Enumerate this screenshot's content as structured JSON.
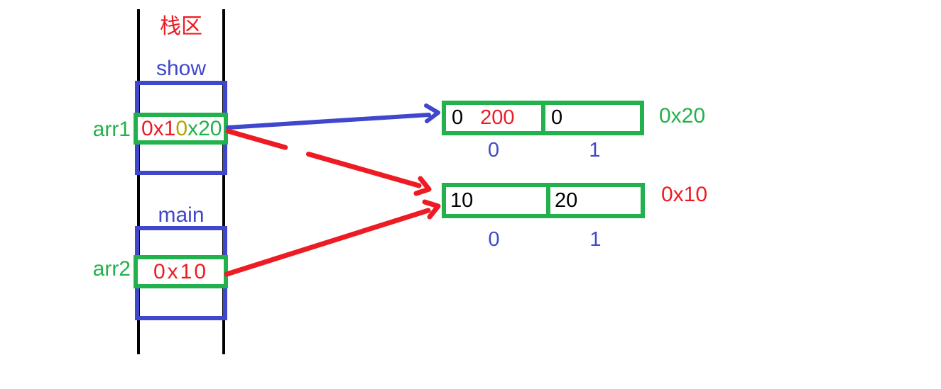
{
  "colors": {
    "red": "#ED1C24",
    "blue": "#3F48CC",
    "green": "#22B14C",
    "black": "#000000",
    "overlap_text": "#b4a500"
  },
  "stack": {
    "title": "栈区",
    "show_frame": {
      "label": "show",
      "var_label": "arr1",
      "old_value": "0x10",
      "new_value": "0x20",
      "display": {
        "old_part": "0x1",
        "overlap_part": "0",
        "new_part": "x20"
      }
    },
    "main_frame": {
      "label": "main",
      "var_label": "arr2",
      "value": "0x10"
    }
  },
  "heap_arrays": [
    {
      "address_label": "0x20",
      "cells": [
        {
          "value": "0",
          "assigned": "200"
        },
        {
          "value": "0"
        }
      ],
      "indices": [
        "0",
        "1"
      ]
    },
    {
      "address_label": "0x10",
      "cells": [
        {
          "value": "10"
        },
        {
          "value": "20"
        }
      ],
      "indices": [
        "0",
        "1"
      ]
    }
  ],
  "arrows": [
    {
      "from": "arr1",
      "to": "array-0x20",
      "color": "blue",
      "style": "solid"
    },
    {
      "from": "arr1",
      "to": "array-0x10",
      "color": "red",
      "style": "dashed"
    },
    {
      "from": "arr2",
      "to": "array-0x10",
      "color": "red",
      "style": "solid"
    }
  ]
}
